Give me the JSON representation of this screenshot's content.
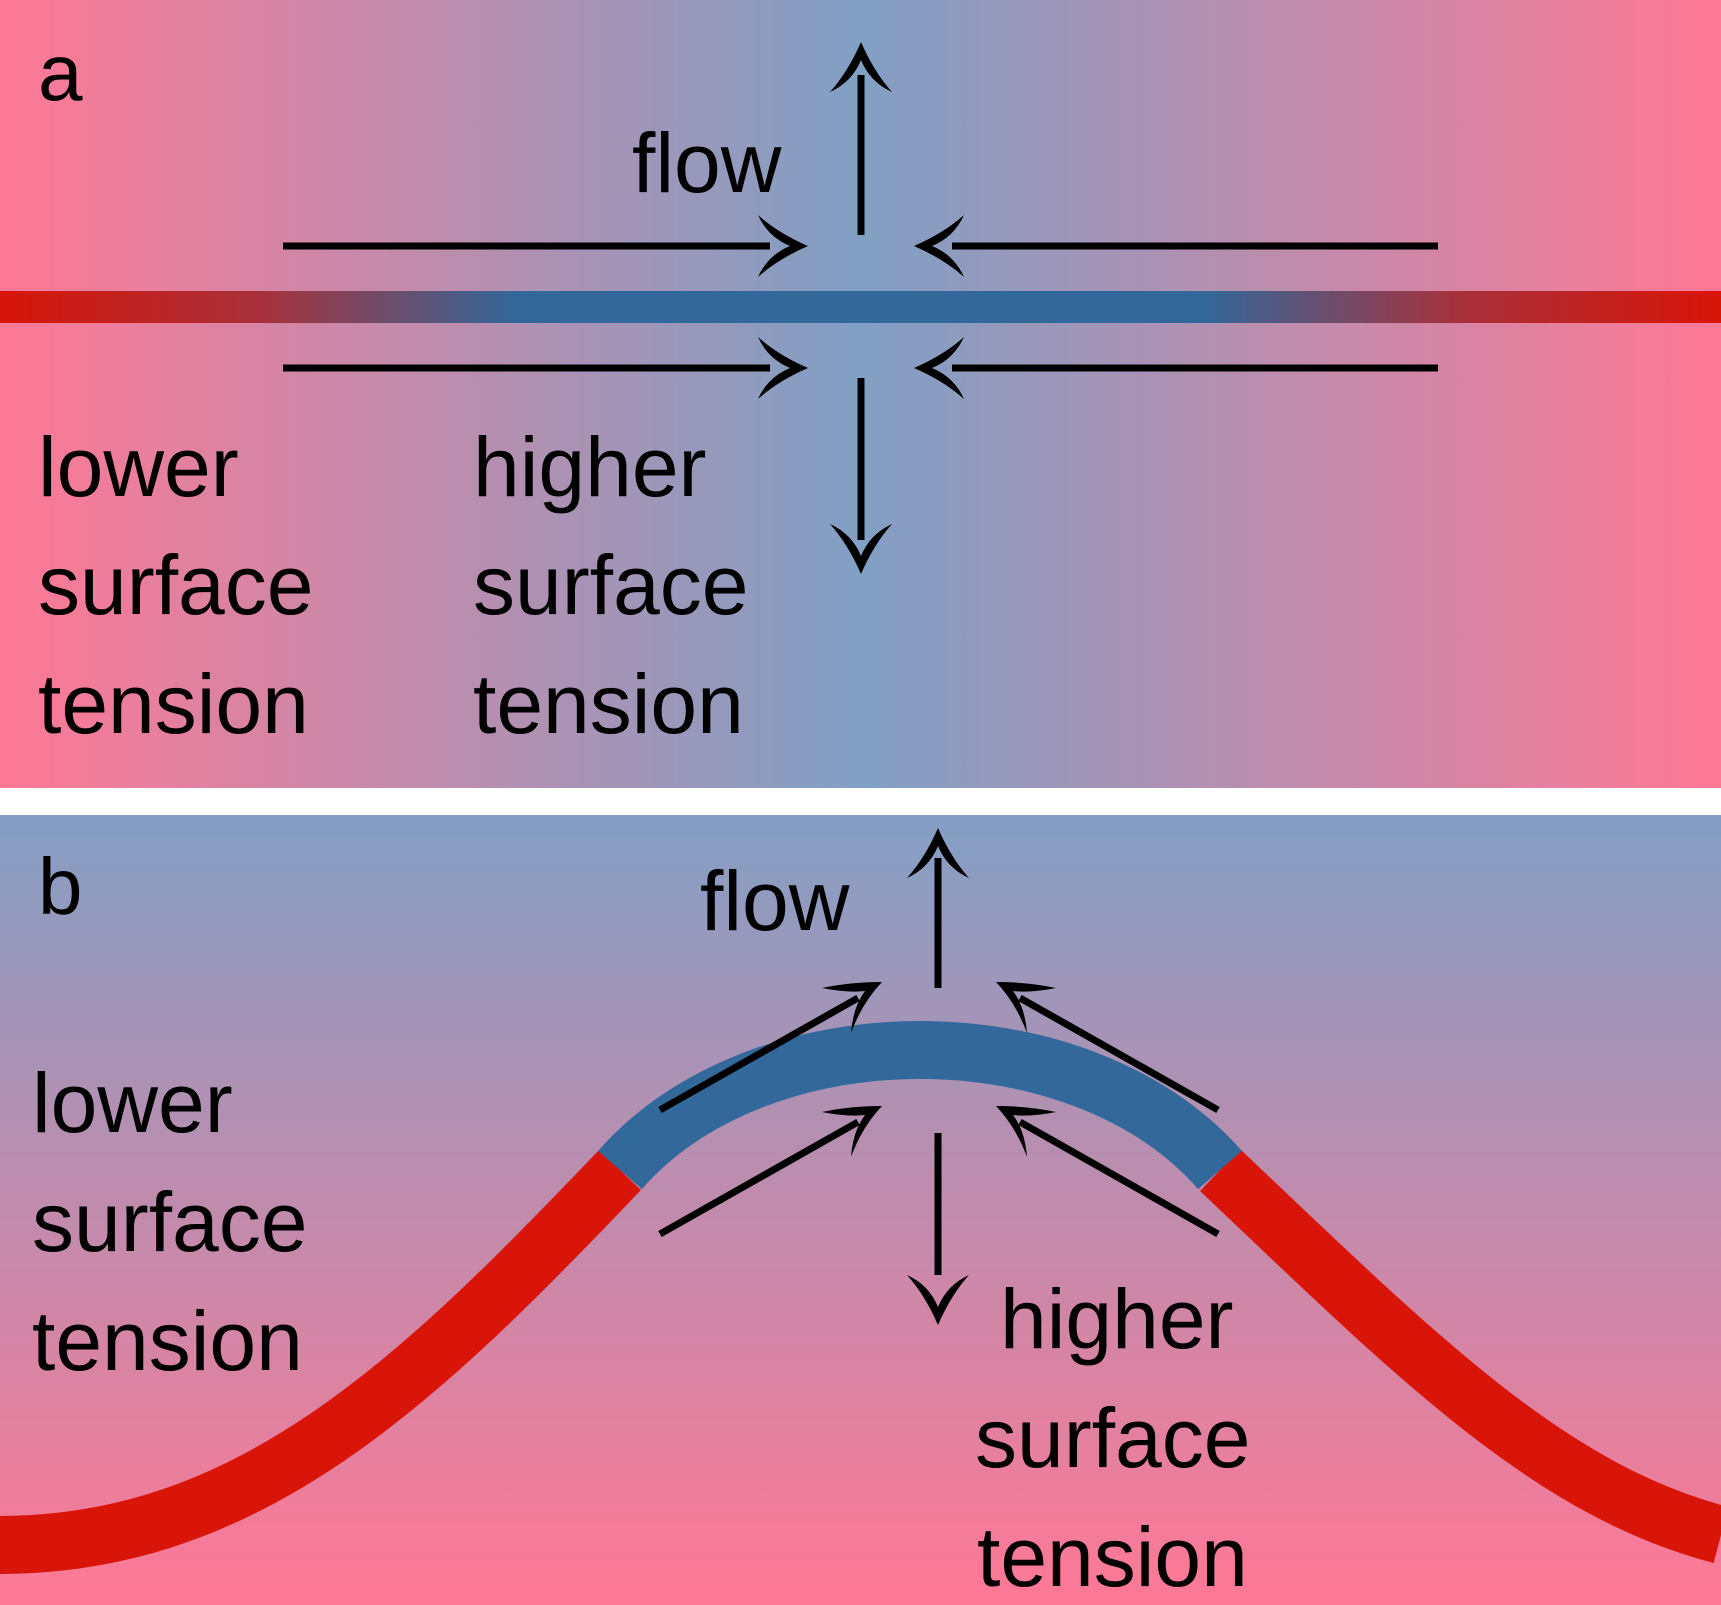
{
  "panel_a": {
    "letter": "a",
    "flow_label": "flow",
    "left_label": [
      "lower",
      "surface",
      "tension"
    ],
    "right_label": [
      "higher",
      "surface",
      "tension"
    ]
  },
  "panel_b": {
    "letter": "b",
    "flow_label": "flow",
    "left_label": [
      "lower",
      "surface",
      "tension"
    ],
    "right_label": [
      "higher",
      "surface",
      "tension"
    ]
  },
  "colors": {
    "low_tension": "#d81508",
    "high_tension": "#33689a",
    "bg_pink": "#fe7895",
    "bg_blue": "#80a0c4",
    "gap": "#ffffff"
  }
}
